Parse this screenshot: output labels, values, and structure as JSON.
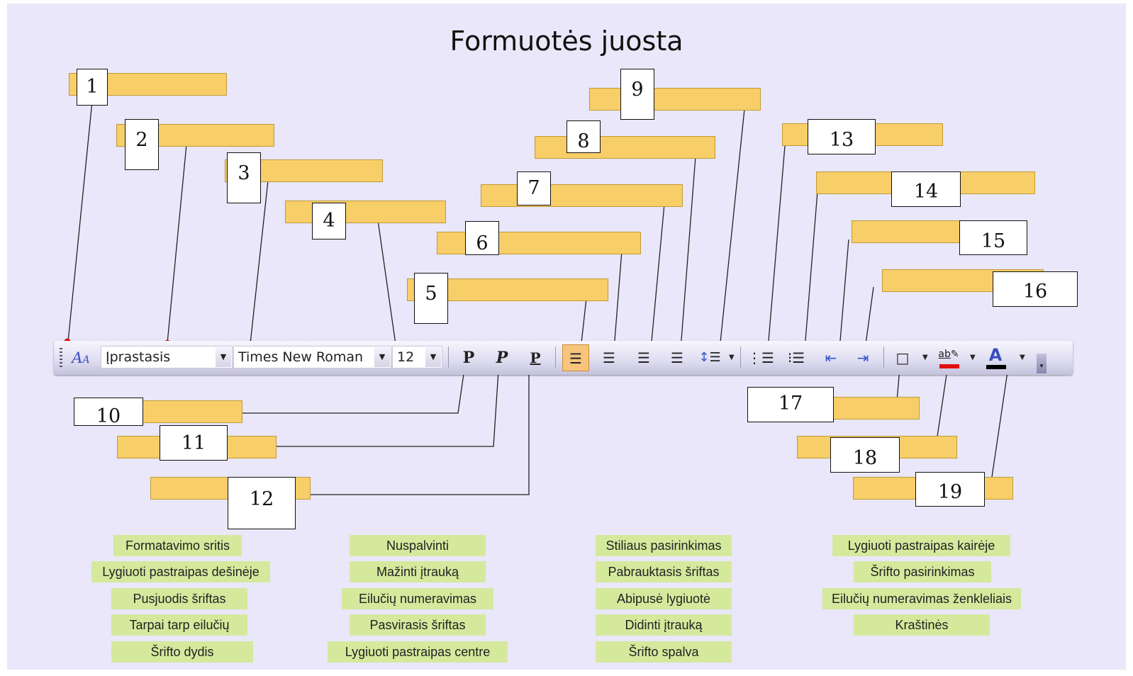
{
  "title": "Formuotės juosta",
  "callouts": [
    "1",
    "2",
    "3",
    "4",
    "5",
    "6",
    "7",
    "8",
    "9",
    "10",
    "11",
    "12",
    "13",
    "14",
    "15",
    "16",
    "17",
    "18",
    "19"
  ],
  "toolbar": {
    "style_combo_value": "Įprastasis",
    "font_combo_value": "Times New Roman",
    "size_combo_value": "12",
    "bold_label": "P",
    "italic_label": "P",
    "underline_label": "P",
    "highlight_label": "ab",
    "font_color_label": "A",
    "colors": {
      "highlight_bar": "#e01010",
      "font_color_bar": "#000000",
      "active_button": "#f7c47c"
    }
  },
  "legend": [
    [
      "Formatavimo sritis",
      "Nuspalvinti",
      "Stiliaus pasirinkimas",
      "Lygiuoti pastraipas kairėje"
    ],
    [
      "Lygiuoti pastraipas dešinėje",
      "Mažinti įtrauką",
      "Pabrauktasis šriftas",
      "Šrifto pasirinkimas"
    ],
    [
      "Pusjuodis šriftas",
      "Eilučių numeravimas",
      "Abipusė lygiuotė",
      "Eilučių numeravimas ženkleliais"
    ],
    [
      "Tarpai tarp eilučių",
      "Pasvirasis šriftas",
      "Didinti įtrauką",
      "Kraštinės"
    ],
    [
      "Šrifto dydis",
      "Lygiuoti pastraipas centre",
      "Šrifto spalva"
    ]
  ],
  "colors": {
    "background": "#e9e7f9",
    "answer_bar": "#f8ce68",
    "legend_fill": "#d5e99d",
    "marker": "#e01010"
  }
}
